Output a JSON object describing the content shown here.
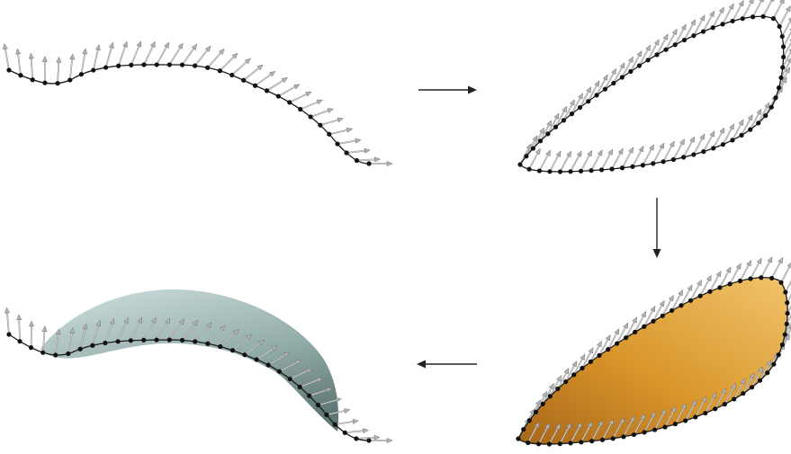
{
  "figure": {
    "panels": [
      {
        "id": "curve-normals",
        "description_visible": false
      },
      {
        "id": "normals-transported-to-loop",
        "description_visible": false
      },
      {
        "id": "loop-filled-surface",
        "description_visible": false
      },
      {
        "id": "deformed-surface-from-curve",
        "description_visible": false
      }
    ],
    "arrows": [
      "right",
      "down",
      "left"
    ],
    "colors": {
      "curve": "#1c1c1c",
      "vertex": "#111111",
      "normal_vector": "#b4b4b4",
      "orange_surface": "#d9962b",
      "teal_surface": "#9fb7b6",
      "flow_arrow": "#222222"
    }
  }
}
